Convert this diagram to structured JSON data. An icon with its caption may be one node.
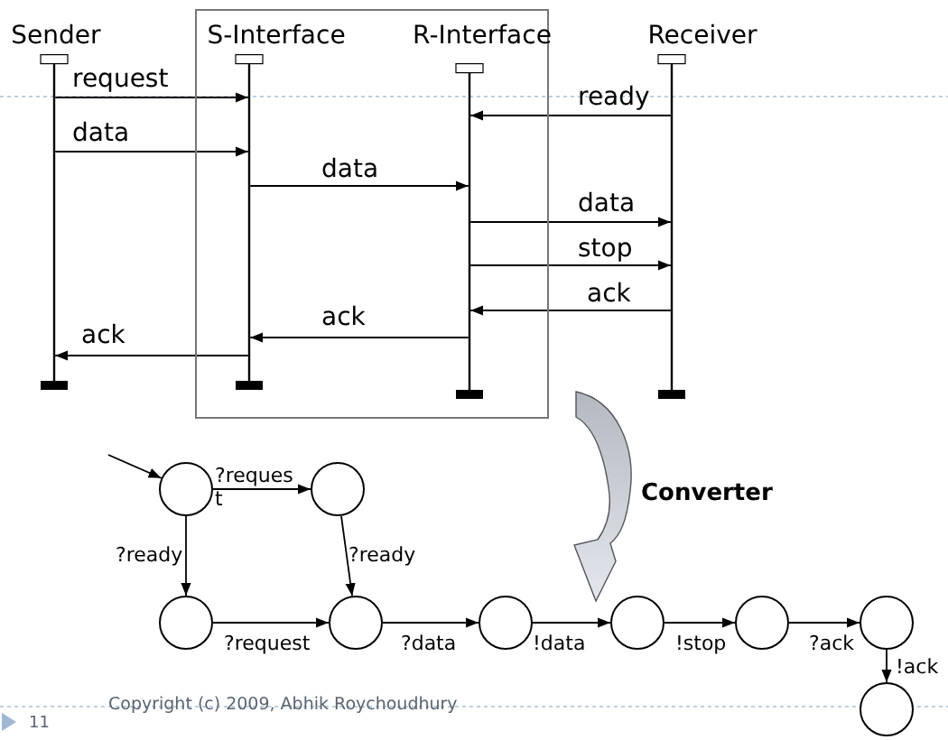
{
  "diagram": {
    "nodes": [
      {
        "text": [
          "Sender"
        ]
      },
      {
        "text": [],
        "shape": "box"
      },
      {
        "text": [
          "S-Interface"
        ],
        "in": 1
      },
      {
        "text": [
          "R-Interface"
        ],
        "in": 1
      },
      {
        "text": [
          "Receiver"
        ]
      },
      {
        "text": [],
        "shape": "circle"
      },
      {
        "text": [],
        "shape": "circle"
      },
      {
        "text": [],
        "shape": "circle"
      },
      {
        "text": [],
        "shape": "circle"
      },
      {
        "text": [],
        "shape": "circle"
      },
      {
        "text": [],
        "shape": "circle"
      },
      {
        "text": [],
        "shape": "circle"
      },
      {
        "text": [],
        "shape": "circle"
      },
      {
        "text": [],
        "shape": "circle"
      }
    ],
    "edges": [
      {
        "from": 0,
        "to": 2,
        "arrow": "to",
        "label": "request"
      },
      {
        "from": 4,
        "to": 3,
        "arrow": "to",
        "label": "ready"
      },
      {
        "from": 0,
        "to": 2,
        "arrow": "to",
        "label": "data"
      },
      {
        "from": 2,
        "to": 3,
        "arrow": "to",
        "label": "data"
      },
      {
        "from": 3,
        "to": 4,
        "arrow": "to",
        "label": "data"
      },
      {
        "from": 3,
        "to": 4,
        "arrow": "to",
        "label": "stop"
      },
      {
        "from": 4,
        "to": 3,
        "arrow": "to",
        "label": "ack"
      },
      {
        "from": 3,
        "to": 2,
        "arrow": "to",
        "label": "ack"
      },
      {
        "from": 2,
        "to": 0,
        "arrow": "to",
        "label": "ack"
      },
      {
        "from": 1,
        "to": null,
        "arrow": "to",
        "label": "Converter",
        "style": "thick",
        "color": "#b4b8c0"
      },
      {
        "from": null,
        "to": 5,
        "arrow": "to"
      },
      {
        "from": 5,
        "to": 6,
        "arrow": "to",
        "label": "?request"
      },
      {
        "from": 5,
        "to": 7,
        "arrow": "to",
        "label": "?ready"
      },
      {
        "from": 6,
        "to": 8,
        "arrow": "to",
        "label": "?ready"
      },
      {
        "from": 7,
        "to": 8,
        "arrow": "to",
        "label": "?request"
      },
      {
        "from": 8,
        "to": 9,
        "arrow": "to",
        "label": "?data"
      },
      {
        "from": 9,
        "to": 10,
        "arrow": "to",
        "label": "!data"
      },
      {
        "from": 10,
        "to": 11,
        "arrow": "to",
        "label": "!stop"
      },
      {
        "from": 11,
        "to": 12,
        "arrow": "to",
        "label": "?ack"
      },
      {
        "from": 12,
        "to": 13,
        "arrow": "to",
        "label": "!ack"
      }
    ],
    "labels": [
      "Copyright (c) 2009, Abhik Roychoudhury",
      "11"
    ]
  }
}
